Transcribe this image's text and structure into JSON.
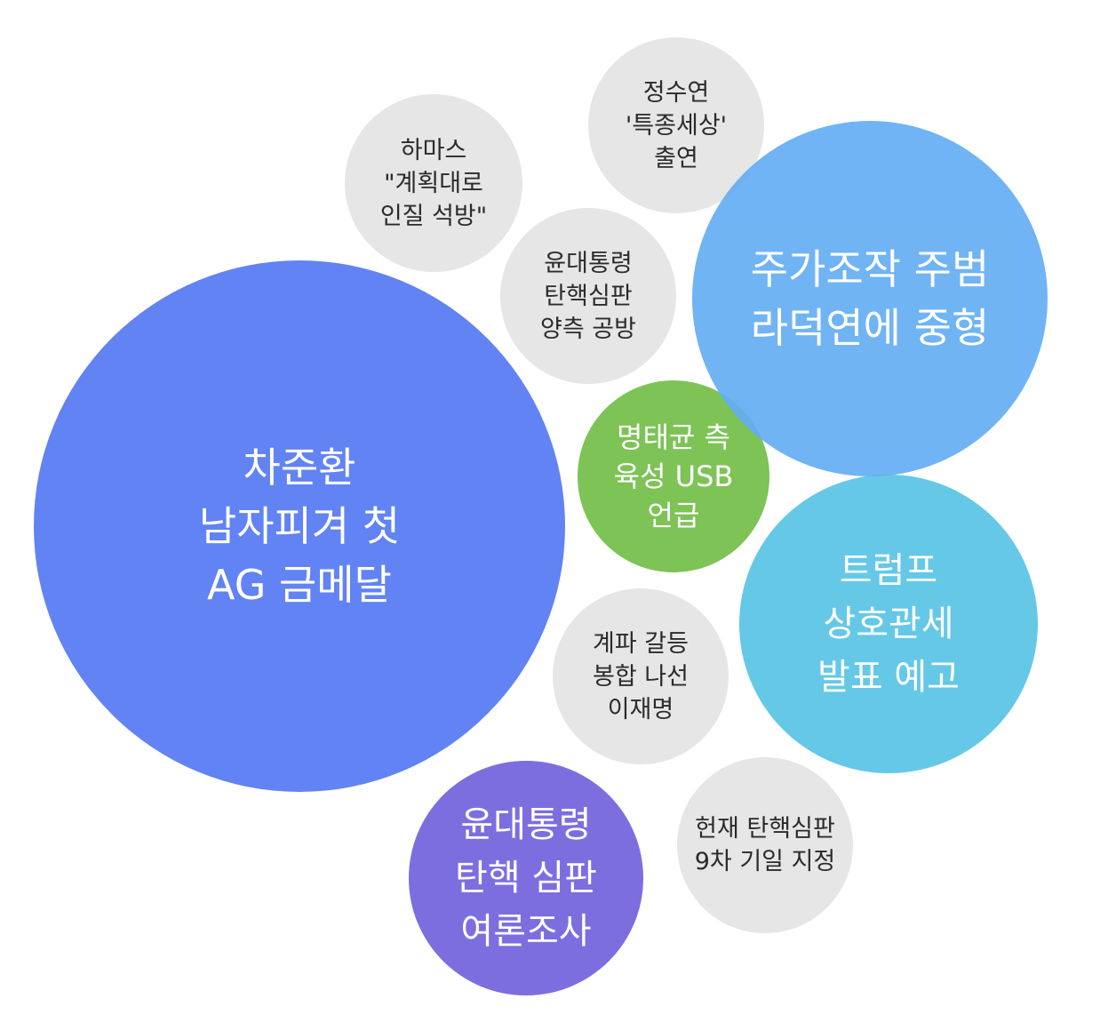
{
  "colors": {
    "blue_large": "#6283f3",
    "blue_sky": "#64aef4",
    "cyan": "#65c8e7",
    "green": "#78c150",
    "purple": "#7d6ee0",
    "gray": "#e6e6e6"
  },
  "bubbles": {
    "cha": {
      "label": "차준환\n남자피겨 첫\nAG 금메달"
    },
    "stock": {
      "label": "주가조작 주범\n라덕연에 중형"
    },
    "jsy": {
      "label": "정수연\n'특종세상'\n출연"
    },
    "hamas": {
      "label": "하마스\n\"계획대로\n인질 석방\""
    },
    "both": {
      "label": "윤대통령\n탄핵심판\n양측 공방"
    },
    "myung": {
      "label": "명태균 측\n육성 USB\n언급"
    },
    "trump": {
      "label": "트럼프\n상호관세\n발표 예고"
    },
    "party": {
      "label": "계파 갈등\n봉합 나선\n이재명"
    },
    "poll": {
      "label": "윤대통령\n탄핵 심판\n여론조사"
    },
    "court": {
      "label": "헌재 탄핵심판\n9차 기일 지정"
    }
  }
}
